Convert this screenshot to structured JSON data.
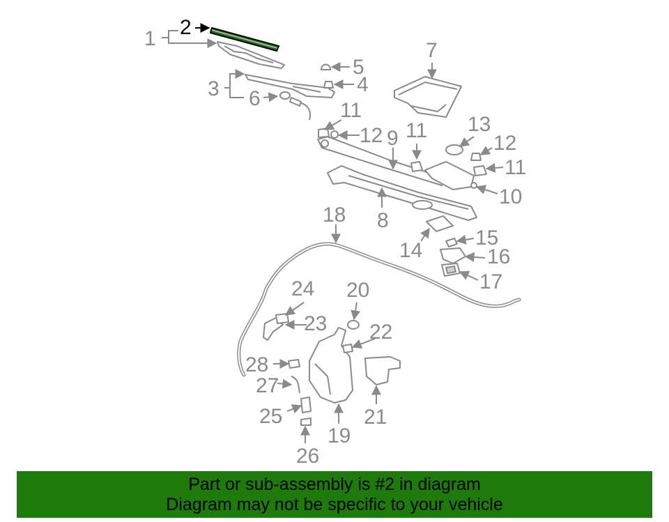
{
  "diagram": {
    "highlight_color": "#000000",
    "part_color": "#8a8a8a",
    "highlighted_part": "2",
    "labels": {
      "l1": "1",
      "l2": "2",
      "l3": "3",
      "l4": "4",
      "l5": "5",
      "l6": "6",
      "l7": "7",
      "l8": "8",
      "l9": "9",
      "l10": "10",
      "l11a": "11",
      "l11b": "11",
      "l11c": "11",
      "l12a": "12",
      "l12b": "12",
      "l13": "13",
      "l14": "14",
      "l15": "15",
      "l16": "16",
      "l17": "17",
      "l18": "18",
      "l19": "19",
      "l20": "20",
      "l21": "21",
      "l22": "22",
      "l23": "23",
      "l24": "24",
      "l25": "25",
      "l26": "26",
      "l27": "27",
      "l28": "28"
    }
  },
  "banner": {
    "background": "#1f7a0c",
    "line1": "Part or sub-assembly is #2 in diagram",
    "line2": "Diagram may not be specific to your vehicle"
  }
}
